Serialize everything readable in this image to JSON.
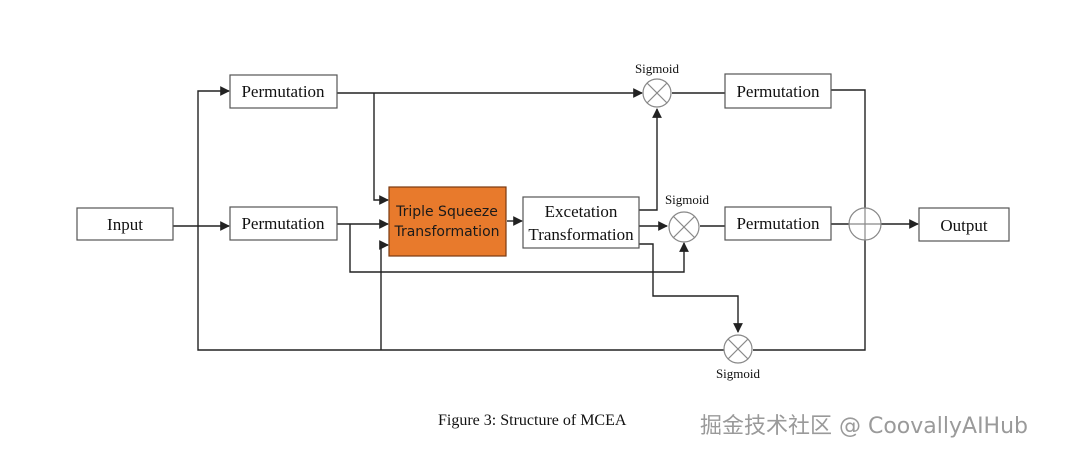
{
  "diagram": {
    "nodes": {
      "input": "Input",
      "perm_top": "Permutation",
      "perm_mid": "Permutation",
      "tst_line1": "Triple Squeeze",
      "tst_line2": "Transformation",
      "exc_line1": "Excetation",
      "exc_line2": "Transformation",
      "perm_out_top": "Permutation",
      "perm_out_mid": "Permutation",
      "output": "Output"
    },
    "sigmoid_top": "Sigmoid",
    "sigmoid_mid": "Sigmoid",
    "sigmoid_bottom": "Sigmoid",
    "colors": {
      "highlight": "#e87a2c"
    }
  },
  "caption": "Figure 3: Structure of MCEA",
  "watermark": "掘金技术社区 @ CoovallyAIHub"
}
